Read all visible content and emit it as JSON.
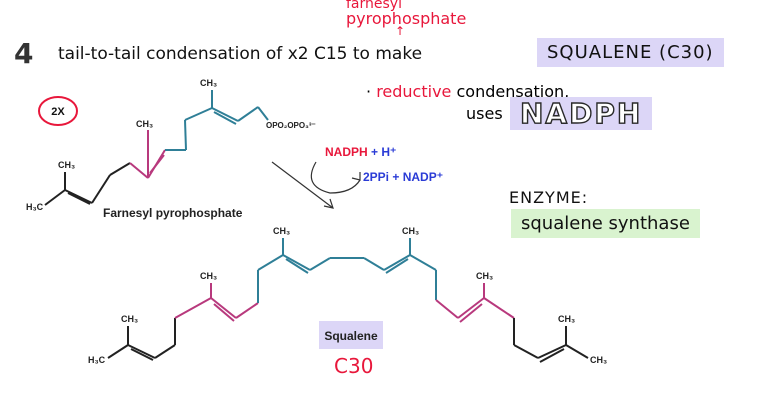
{
  "annotation": {
    "farnesyl_note_line1": "farnesyl",
    "farnesyl_note_line2": "pyrophosphate",
    "title_number": "4",
    "title_text": "tail-to-tail condensation of x2 C15 to make",
    "title_product": "SQUALENE (C30)",
    "bullet_reductive": "reductive",
    "bullet_condensation": "condensation,",
    "uses": "uses",
    "nadph": "NADPH",
    "enzyme_label": "ENZYME:",
    "enzyme_name": "squalene synthase",
    "squalene_c30": "C30"
  },
  "diagram": {
    "times_two": "2X",
    "farnesyl_label": "Farnesyl pyrophosphate",
    "opp_group": "OPO₂OPO₃³⁻",
    "nadph_in": "NADPH",
    "h_plus": "+ H⁺",
    "products_out": "2PPi + NADP⁺",
    "squalene_label": "Squalene",
    "ch3": "CH₃",
    "h3c": "H₃C"
  },
  "colors": {
    "teal": "#2f7f97",
    "magenta": "#b8397d",
    "black": "#222222",
    "red": "#e8173b",
    "blue": "#2a3bd6",
    "highlight_purple": "#dcd6f7",
    "highlight_green": "#d9f3cf"
  }
}
